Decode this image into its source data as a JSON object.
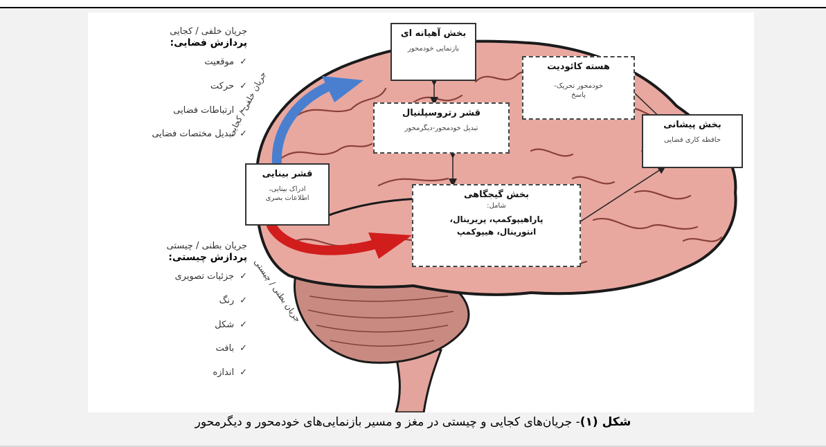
{
  "dorsal_stream": {
    "title": "جریان خلفی / کجایی",
    "heading": "پردازش فضایی:",
    "items": [
      "موقعیت",
      "حرکت",
      "ارتباطات فضایی",
      "تبدیل مختصات فضایی"
    ]
  },
  "ventral_stream": {
    "title": "جریان بطنی / چیستی",
    "heading": "پردازش چیستی:",
    "items": [
      "جزئیات تصویری",
      "رنگ",
      "شکل",
      "بافت",
      "اندازه"
    ]
  },
  "check_mark": "✓",
  "arrow_labels": {
    "dorsal": "جریان خلفی / کجایی",
    "ventral": "جریان بطنی / چیستی"
  },
  "boxes": {
    "parietal": {
      "title": "بخش آهیانه ای",
      "sub": "بازنمایی خودمحور"
    },
    "caudate": {
      "title": "هسته کائودیت",
      "sub": "خودمحور تحریک-پاسخ"
    },
    "retrosplenial": {
      "title": "قشر رتروسپلنیال",
      "sub": "تبدیل خودمحور-دیگرمحور"
    },
    "frontal": {
      "title": "بخش پیشانی",
      "sub": "حافظه کاری فضایی"
    },
    "visual": {
      "title": "قشر بینایی",
      "sub": "ادراک بینایی، اطلاعات بصری"
    },
    "temporal": {
      "title": "بخش گیجگاهی",
      "sub": "شامل:",
      "bold": "پاراهیپوکمپ، پریرینال، انتورینال، هیپوکمپ"
    }
  },
  "caption": {
    "label": "شکل (۱)",
    "text": "- جریان‌های کجایی و چیستی در مغز و مسیر بازنمایی‌های خودمحور و دیگرمحور"
  },
  "colors": {
    "brain_fill": "#e8a8a0",
    "brain_outline": "#1a1a1a",
    "cerebellum": "#c98a82",
    "dorsal_arrow": "#4a7fd0",
    "ventral_arrow": "#d21d1d"
  }
}
